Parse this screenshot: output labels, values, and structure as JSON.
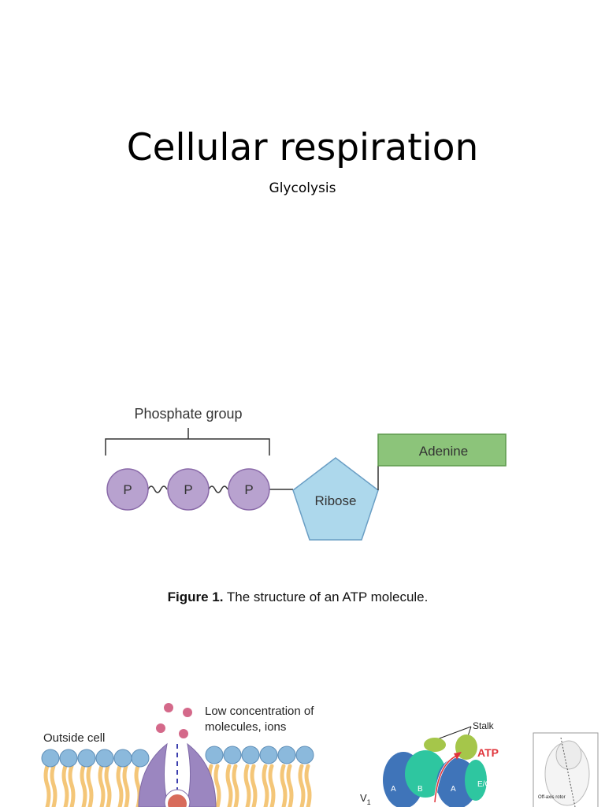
{
  "slide": {
    "title": "Cellular respiration",
    "subtitle": "Glycolysis"
  },
  "atp_figure": {
    "phosphate_group_label": "Phosphate group",
    "phosphate_labels": [
      "P",
      "P",
      "P"
    ],
    "ribose_label": "Ribose",
    "adenine_label": "Adenine",
    "caption_bold": "Figure 1.",
    "caption_text": " The structure of an ATP molecule.",
    "colors": {
      "phosphate_fill": "#b8a2cf",
      "phosphate_stroke": "#8a6aa9",
      "ribose_fill": "#add8ec",
      "ribose_stroke": "#6a9ec4",
      "adenine_fill": "#8cc47a",
      "adenine_stroke": "#5d9a4c"
    }
  },
  "membrane_figure": {
    "outside_label": "Outside cell",
    "low_concentration_line1": "Low concentration of",
    "low_concentration_line2": "molecules, ions",
    "colors": {
      "head": "#8bb9dc",
      "tail": "#f4c678",
      "channel": "#9b86c0",
      "molecule": "#d4698a"
    }
  },
  "atpase_figure": {
    "stalk_label": "Stalk",
    "atp_label": "ATP",
    "subunit_labels": [
      "A",
      "B",
      "A",
      "E/G"
    ],
    "v1_label": "V",
    "v1_subscript": "1",
    "offaxis_label": "Off-axis rotor",
    "colors": {
      "atp_text": "#e0343b",
      "blue": "#3f74b9",
      "teal": "#2ec6a0",
      "lime": "#a5c64a"
    }
  }
}
